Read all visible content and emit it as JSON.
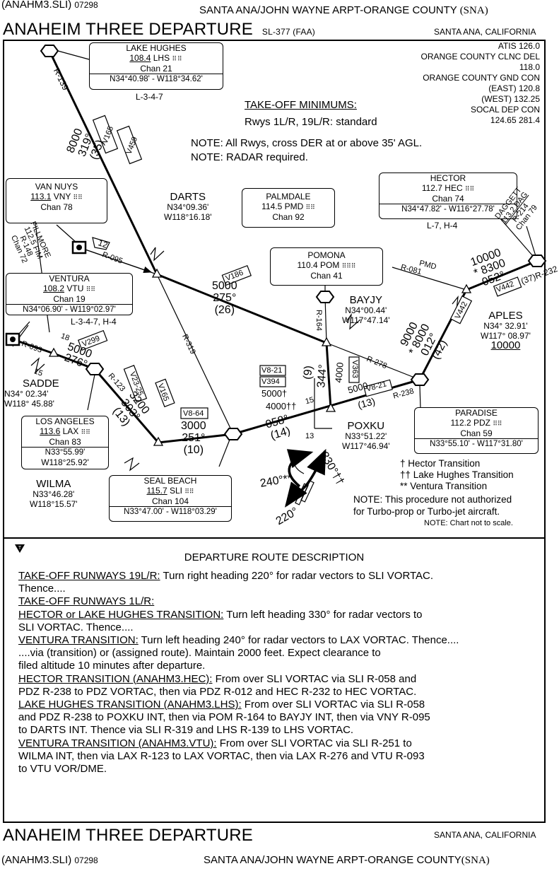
{
  "header": {
    "chart_code": "(ANAHM3.SLI)",
    "chart_date": "07298",
    "airport": "SANTA ANA/JOHN WAYNE ARPT-ORANGE COUNTY",
    "airport_id": "(SNA)",
    "title": "ANAHEIM THREE DEPARTURE",
    "faa_code": "SL-377 (FAA)",
    "city": "SANTA ANA, CALIFORNIA"
  },
  "comms": [
    "ATIS 126.0",
    "ORANGE COUNTY CLNC DEL",
    "118.0",
    "ORANGE COUNTY GND CON",
    "(EAST) 120.8",
    "(WEST) 132.25",
    "SOCAL DEP CON",
    "124.65 281.4"
  ],
  "takeoff": {
    "title": "TAKE-OFF MINIMUMS:",
    "rwys": "Rwys 1L/R, 19L/R: standard",
    "note1": "NOTE: All Rwys, cross DER at or above 35' AGL.",
    "note2": "NOTE: RADAR required."
  },
  "navaids": {
    "lhs": {
      "name": "LAKE HUGHES",
      "freq": "108.4",
      "id": "LHS",
      "chan": "Chan 21",
      "coord": "N34°40.98' - W118°34.62'",
      "sub": "L-3-4-7"
    },
    "vny": {
      "name": "VAN NUYS",
      "freq": "113.1",
      "id": "VNY",
      "chan": "Chan 78"
    },
    "vtu": {
      "name": "VENTURA",
      "freq": "108.2",
      "id": "VTU",
      "chan": "Chan 19",
      "coord": "N34°06.90' - W119°02.97'",
      "sub": "L-3-4-7, H-4"
    },
    "pmd": {
      "name": "PALMDALE",
      "freq": "114.5",
      "id": "PMD",
      "chan": "Chan 92"
    },
    "pom": {
      "name": "POMONA",
      "freq": "110.4",
      "id": "POM",
      "chan": "Chan 41"
    },
    "hec": {
      "name": "HECTOR",
      "freq": "112.7",
      "id": "HEC",
      "chan": "Chan 74",
      "coord": "N34°47.82' - W116°27.78'",
      "sub": "L-7, H-4"
    },
    "lax": {
      "name": "LOS ANGELES",
      "freq": "113.6",
      "id": "LAX",
      "chan": "Chan 83",
      "coord1": "N33°55.99'",
      "coord2": "W118°25.92'"
    },
    "sli": {
      "name": "SEAL BEACH",
      "freq": "115.7",
      "id": "SLI",
      "chan": "Chan 104",
      "coord": "N33°47.00' - W118°03.29'"
    },
    "pdz": {
      "name": "PARADISE",
      "freq": "112.2",
      "id": "PDZ",
      "chan": "Chan 59",
      "coord": "N33°55.10' - W117°31.80'"
    }
  },
  "fixes": {
    "darts": {
      "name": "DARTS",
      "c1": "N34°09.36'",
      "c2": "W118°16.18'"
    },
    "bayjy": {
      "name": "BAYJY",
      "c1": "N34°00.44'",
      "c2": "W117°47.14'"
    },
    "aples": {
      "name": "APLES",
      "c1": "N34° 32.91'",
      "c2": "W117° 08.97'",
      "alt": "10000"
    },
    "sadde": {
      "name": "SADDE",
      "c1": "N34° 02.34'",
      "c2": "W118° 45.88'"
    },
    "wilma": {
      "name": "WILMA",
      "c1": "N33°46.28'",
      "c2": "W118°15.57'"
    },
    "poxku": {
      "name": "POXKU",
      "c1": "N33°51.22'",
      "c2": "W117°46.94'"
    }
  },
  "routes": {
    "r139": "R-139",
    "lhs_alt": "8000",
    "lhs_crs": "319°",
    "lhs_dist": "(35)",
    "v165": "V165",
    "v459": "V459",
    "fim": "FILLMORE",
    "fim_freq": "112.5 FIM",
    "fim_r": "R-148",
    "fim_chan": "Chan 72",
    "vny_r": "R-095",
    "vny_dist": "12",
    "v186": "V186",
    "darts_alt": "5000",
    "darts_crs": "275°",
    "darts_dist": "(26)",
    "r319": "R-319",
    "r164": "R-164",
    "pmd_label": "PMD",
    "pmd_r": "R-081",
    "dag_name": "DAGGETT",
    "dag_freq": "113.2 DAG",
    "dag_r": "R-214",
    "dag_chan": "Chan 79",
    "hec_alt1": "10000",
    "hec_alt2": "* 8300",
    "hec_crs": "052°",
    "hec_dist": "(37)",
    "hec_r": "R-232",
    "v442a": "V442",
    "v442b": "V442",
    "pdz_alt1": "9000",
    "pdz_alt2": "* 8000",
    "pdz_crs": "012°",
    "pdz_dist": "(42)",
    "vtu_r": "R-093",
    "vtu_18": "18",
    "v299": "V299",
    "vtu_alt": "5000",
    "vtu_crs": "276°",
    "vtu_15": "15",
    "r123": "R-123",
    "v23": "V23-25",
    "v165b": "V165",
    "lax_alt": "3200",
    "lax_crs": "303°",
    "lax_dist": "(13)",
    "v864": "V8-64",
    "wilma_alt": "3000",
    "wilma_crs": "251°",
    "wilma_dist": "(10)",
    "v821a": "V8-21",
    "v394": "V394",
    "alt5000t": "5000†",
    "alt4000tt": "4000††",
    "poxku_15": "15",
    "sli_crs": "058°",
    "sli_dist": "(14)",
    "poxku_13": "13",
    "bay_dist": "(9)",
    "bay_crs": "344°",
    "bay_alt": "4000",
    "v363": "V363",
    "r278": "R-278",
    "pdz_alt": "5000",
    "v821b": "V8-21",
    "pdz_13": "(13)",
    "r238": "R-238",
    "hdg240": "240°**",
    "hdg330": "330°††",
    "hdg220": "220°"
  },
  "legend": {
    "l1": "† Hector Transition",
    "l2": "†† Lake Hughes Transition",
    "l3": "** Ventura Transition",
    "note1": "NOTE:  This procedure not authorized",
    "note2": "for Turbo-prop or Turbo-jet aircraft.",
    "note3": "NOTE:  Chart not to scale."
  },
  "description": {
    "title": "DEPARTURE ROUTE DESCRIPTION",
    "p1_u": "TAKE-OFF RUNWAYS 19L/R:",
    "p1": " Turn right heading 220° for radar vectors to SLI VORTAC.",
    "p1b": "Thence....",
    "p2_u": "TAKE-OFF RUNWAYS 1L/R:",
    "p3_u": "HECTOR or LAKE HUGHES TRANSITION:",
    "p3": " Turn left heading 330° for radar vectors to",
    "p3b": "SLI VORTAC.  Thence....",
    "p4_u": "VENTURA TRANSITION:",
    "p4": "  Turn left heading 240° for radar vectors to LAX VORTAC.  Thence....",
    "p4b": "....via (transition) or (assigned route).  Maintain 2000 feet.  Expect clearance to",
    "p4c": "filed altitude 10 minutes after departure.",
    "p5_u": "HECTOR TRANSITION (ANAHM3.HEC):",
    "p5": "  From over SLI VORTAC via SLI R-058 and",
    "p5b": "PDZ R-238 to PDZ VORTAC, then via PDZ R-012 and HEC R-232 to HEC VORTAC.",
    "p6_u": "LAKE HUGHES TRANSITION (ANAHM3.LHS):",
    "p6": "  From over SLI VORTAC via SLI R-058",
    "p6b": "and PDZ R-238 to POXKU INT, then via POM R-164 to BAYJY INT, then via  VNY R-095",
    "p6c": "to DARTS INT. Thence via SLI R-319 and LHS R-139 to LHS VORTAC.",
    "p7_u": "VENTURA TRANSITION (ANAHM3.VTU):",
    "p7": "  From over SLI VORTAC via SLI R-251 to",
    "p7b": "WILMA INT, then via LAX R-123 to LAX VORTAC, then via LAX  R-276 and VTU R-093",
    "p7c": "to VTU VOR/DME."
  }
}
